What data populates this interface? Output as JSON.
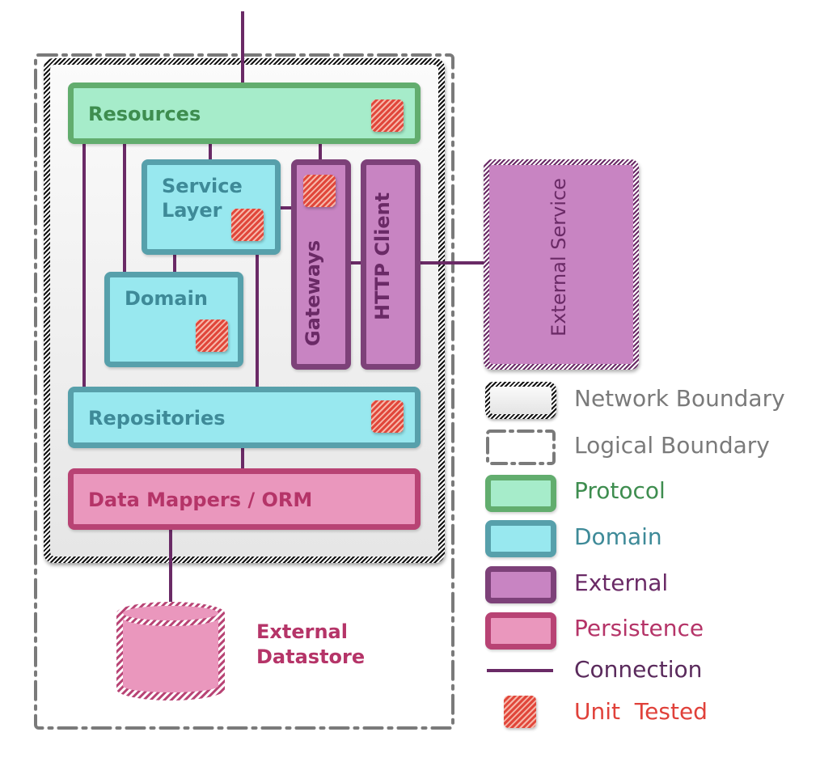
{
  "diagram": {
    "components": {
      "resources": {
        "label": "Resources",
        "category": "Protocol",
        "unit_tested": true
      },
      "service_layer": {
        "label_line1": "Service",
        "label_line2": "Layer",
        "category": "Domain",
        "unit_tested": true
      },
      "domain": {
        "label": "Domain",
        "category": "Domain",
        "unit_tested": true
      },
      "gateways": {
        "label": "Gateways",
        "category": "External",
        "unit_tested": true
      },
      "http_client": {
        "label": "HTTP Client",
        "category": "External",
        "unit_tested": false
      },
      "repositories": {
        "label": "Repositories",
        "category": "Domain",
        "unit_tested": true
      },
      "data_mappers": {
        "label": "Data Mappers / ORM",
        "category": "Persistence",
        "unit_tested": false
      },
      "external_service": {
        "label": "External Service",
        "category": "External",
        "unit_tested": false
      },
      "external_datastore": {
        "label_line1": "External",
        "label_line2": "Datastore",
        "category": "Persistence",
        "unit_tested": false
      }
    },
    "connections": [
      [
        "entry",
        "Resources"
      ],
      [
        "Resources",
        "Repositories"
      ],
      [
        "Resources",
        "Domain"
      ],
      [
        "Resources",
        "Service Layer"
      ],
      [
        "Resources",
        "Gateways"
      ],
      [
        "Service Layer",
        "Domain"
      ],
      [
        "Service Layer",
        "Gateways"
      ],
      [
        "Service Layer",
        "Repositories"
      ],
      [
        "Gateways",
        "HTTP Client"
      ],
      [
        "HTTP Client",
        "External Service"
      ],
      [
        "Repositories",
        "Data Mappers / ORM"
      ],
      [
        "Data Mappers / ORM",
        "External Datastore"
      ]
    ]
  },
  "legend": {
    "items": [
      {
        "key": "network",
        "label": "Network Boundary",
        "color": "#7a7a7a"
      },
      {
        "key": "logical",
        "label": "Logical Boundary",
        "color": "#7a7a7a"
      },
      {
        "key": "protocol",
        "label": "Protocol",
        "color": "#3e8d4f"
      },
      {
        "key": "domain",
        "label": "Domain",
        "color": "#3e8a98"
      },
      {
        "key": "external",
        "label": "External",
        "color": "#6a2a66"
      },
      {
        "key": "persistence",
        "label": "Persistence",
        "color": "#b53468"
      },
      {
        "key": "connection",
        "label": "Connection",
        "color": "#5a2a5c"
      },
      {
        "key": "unit",
        "label": "Unit  Tested",
        "color": "#e0413a"
      }
    ]
  },
  "colors": {
    "protocol_fill": "#a6ecca",
    "protocol_border": "#62ad6e",
    "domain_fill": "#98e8ef",
    "domain_border": "#57a0ab",
    "external_fill": "#c884c2",
    "external_border": "#7d4179",
    "persistence_fill": "#ea97bd",
    "persistence_border": "#b84374",
    "connection": "#6a2a66",
    "unit_tested": "#e1473b",
    "boundary": "#7a7a7a"
  }
}
